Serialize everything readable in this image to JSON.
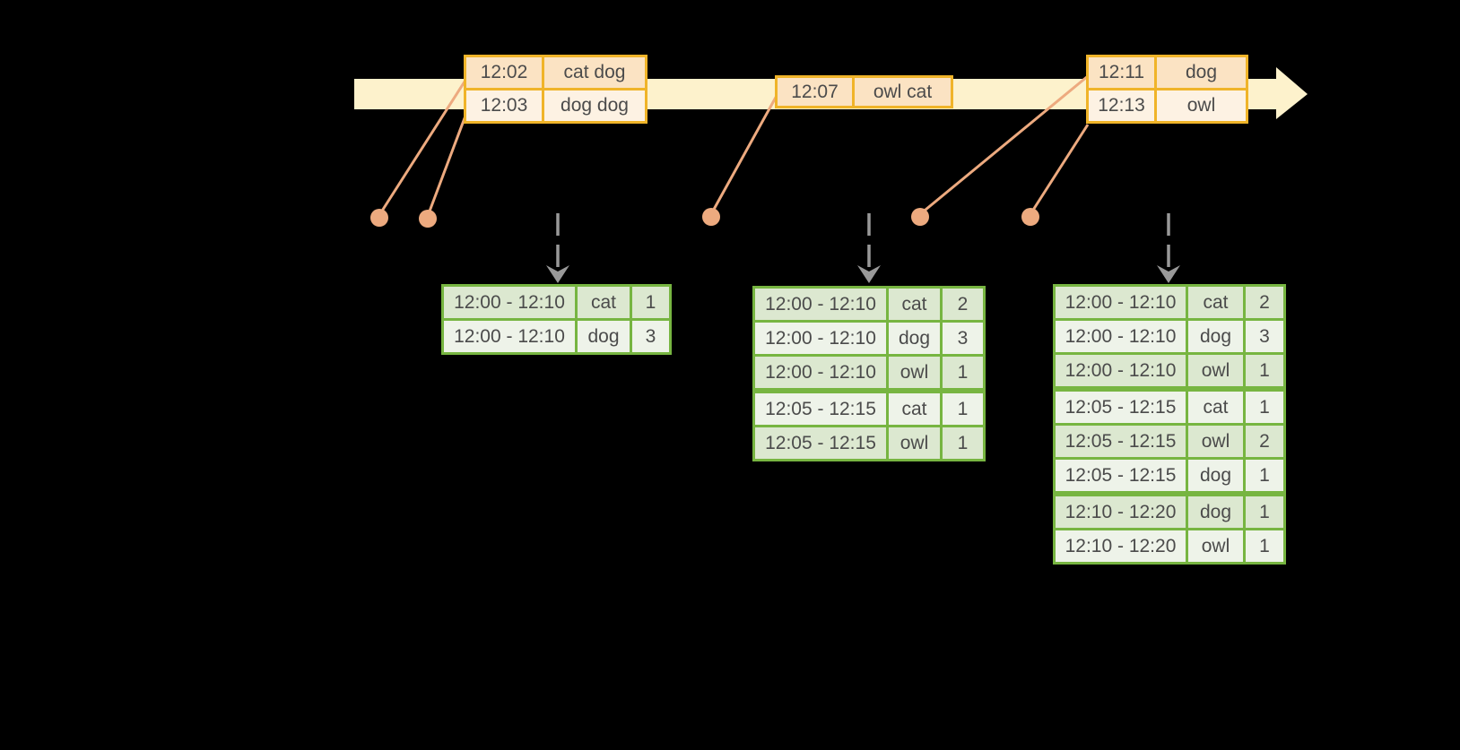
{
  "diagram": {
    "title_hint": "windowed grouped aggregation over event-time stream",
    "colors": {
      "bg": "#000000",
      "timeline_fill": "#fdf2cc",
      "orange_border": "#f0b429",
      "orange_row_dark": "#fbe3c3",
      "orange_row_light": "#fdf2e3",
      "salmon_connector": "#edaa7f",
      "green_border": "#77b541",
      "green_row_dark": "#dce8d0",
      "green_row_light": "#eef3e9",
      "gray_arrow": "#999999",
      "text": "#4b4b4b"
    },
    "event_tables": [
      {
        "rows": [
          [
            "12:02",
            "cat dog"
          ],
          [
            "12:03",
            "dog dog"
          ]
        ]
      },
      {
        "rows": [
          [
            "12:07",
            "owl cat"
          ]
        ]
      },
      {
        "rows": [
          [
            "12:11",
            "dog"
          ],
          [
            "12:13",
            "owl"
          ]
        ]
      }
    ],
    "result_tables": [
      {
        "rows": [
          [
            "12:00 - 12:10",
            "cat",
            "1"
          ],
          [
            "12:00 - 12:10",
            "dog",
            "3"
          ]
        ],
        "group_breaks": []
      },
      {
        "rows": [
          [
            "12:00 - 12:10",
            "cat",
            "2"
          ],
          [
            "12:00 - 12:10",
            "dog",
            "3"
          ],
          [
            "12:00 - 12:10",
            "owl",
            "1"
          ],
          [
            "12:05 - 12:15",
            "cat",
            "1"
          ],
          [
            "12:05 - 12:15",
            "owl",
            "1"
          ]
        ],
        "group_breaks": [
          3
        ]
      },
      {
        "rows": [
          [
            "12:00 - 12:10",
            "cat",
            "2"
          ],
          [
            "12:00 - 12:10",
            "dog",
            "3"
          ],
          [
            "12:00 - 12:10",
            "owl",
            "1"
          ],
          [
            "12:05 - 12:15",
            "cat",
            "1"
          ],
          [
            "12:05 - 12:15",
            "owl",
            "2"
          ],
          [
            "12:05 - 12:15",
            "dog",
            "1"
          ],
          [
            "12:10 - 12:20",
            "dog",
            "1"
          ],
          [
            "12:10 - 12:20",
            "owl",
            "1"
          ]
        ],
        "group_breaks": [
          3,
          6
        ]
      }
    ]
  }
}
